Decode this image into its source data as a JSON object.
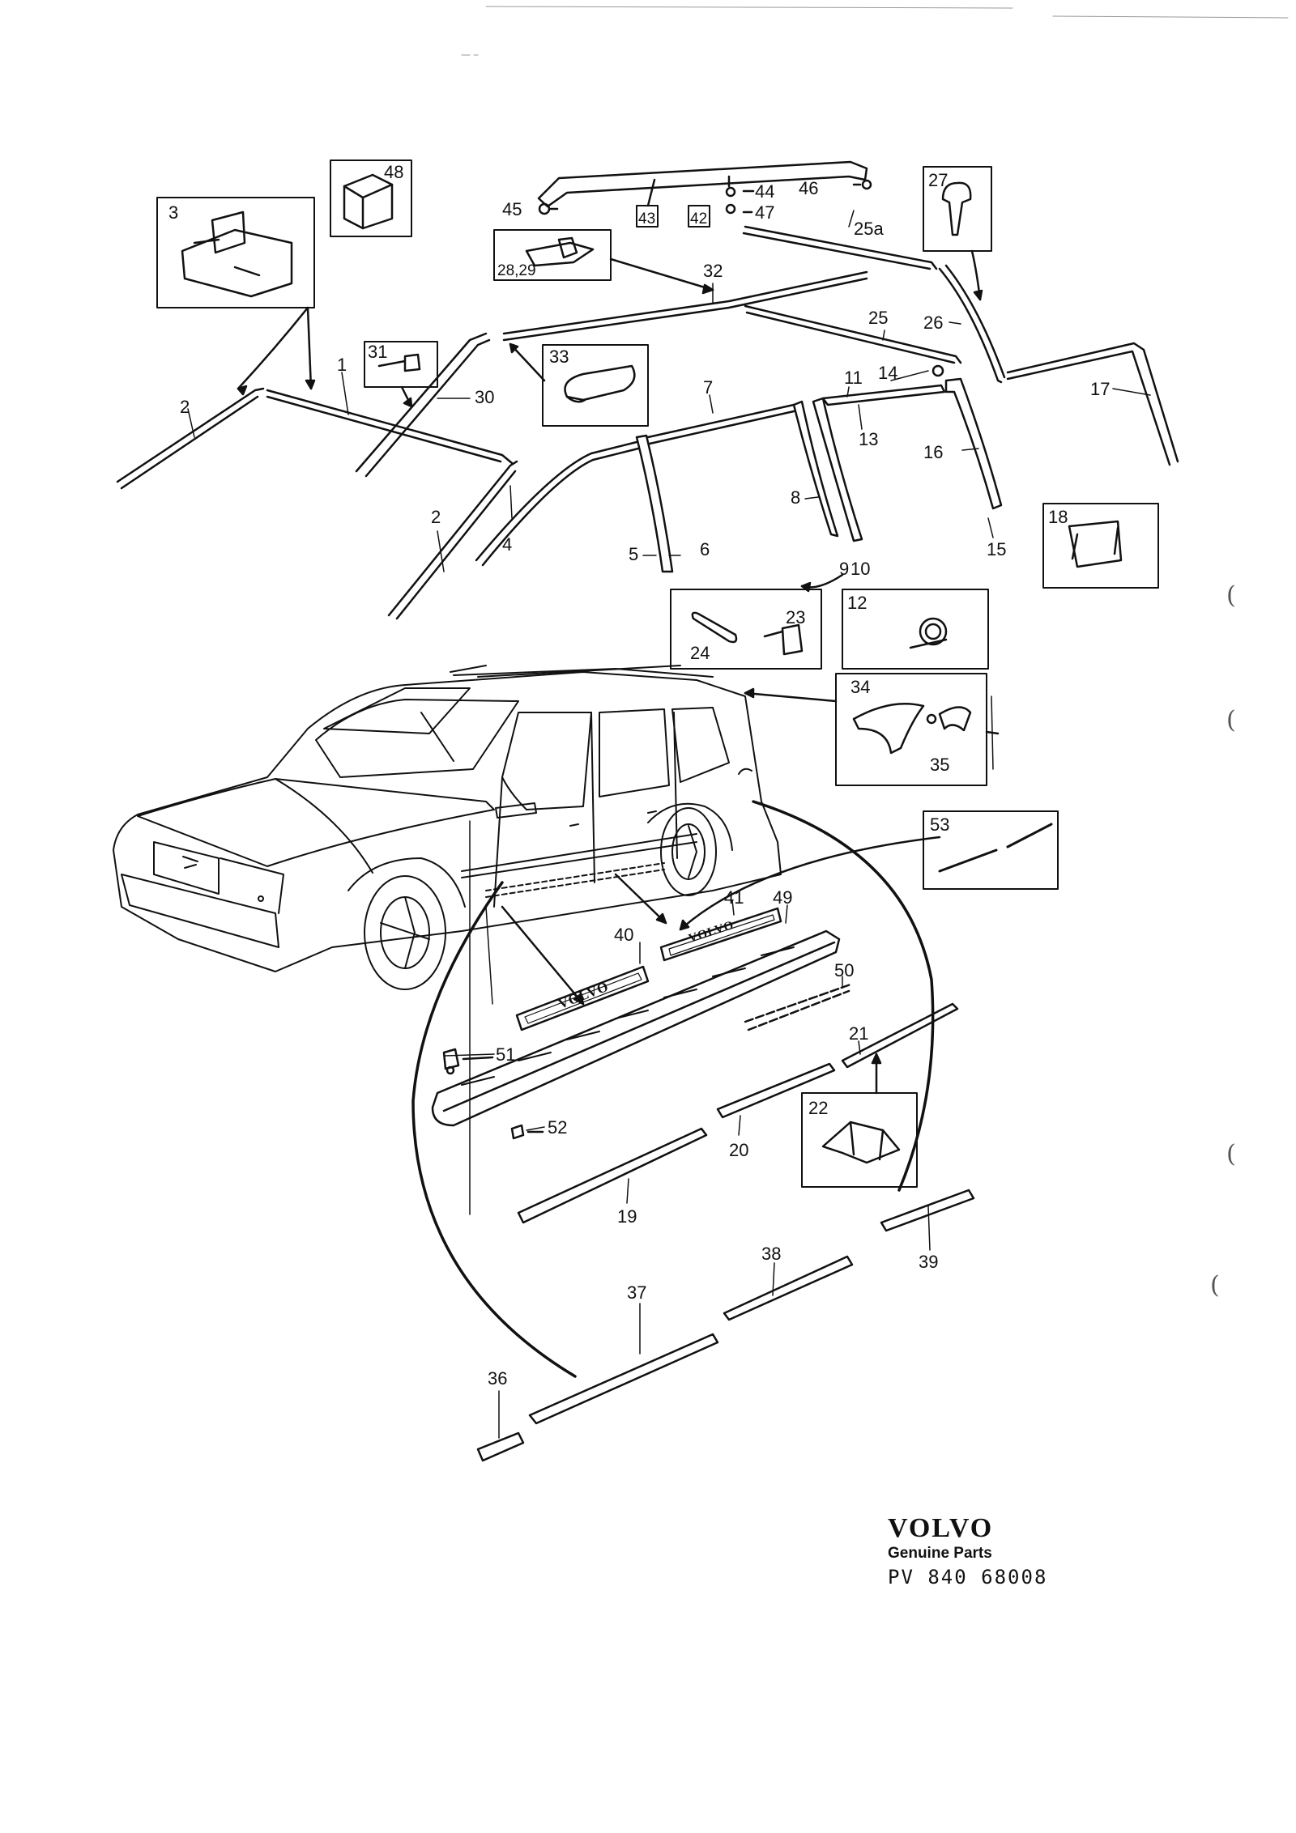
{
  "brand": {
    "logo": "VOLVO",
    "tagline": "Genuine Parts",
    "code": "PV 840  68008"
  },
  "labels": {
    "n1": "1",
    "n2a": "2",
    "n2b": "2",
    "n3": "3",
    "n4": "4",
    "n5": "5",
    "n6": "6",
    "n7": "7",
    "n8": "8",
    "n9": "9",
    "n10": "10",
    "n11": "11",
    "n12": "12",
    "n13": "13",
    "n14": "14",
    "n15": "15",
    "n16": "16",
    "n17": "17",
    "n18": "18",
    "n19": "19",
    "n20": "20",
    "n21": "21",
    "n22": "22",
    "n23": "23",
    "n24": "24",
    "n25": "25",
    "n25a": "25a",
    "n26": "26",
    "n27": "27",
    "n2829": "28,29",
    "n30": "30",
    "n31": "31",
    "n32": "32",
    "n33": "33",
    "n34": "34",
    "n35": "35",
    "n36": "36",
    "n37": "37",
    "n38": "38",
    "n39": "39",
    "n40": "40",
    "n41": "41",
    "n42": "42",
    "n43": "43",
    "n44": "44",
    "n45": "45",
    "n46": "46",
    "n47": "47",
    "n48": "48",
    "n49": "49",
    "n50": "50",
    "n51": "51",
    "n52": "52",
    "n53": "53"
  },
  "sill_badge_text": "VOLVO",
  "edge_marks": [
    "(",
    "(",
    "(",
    "("
  ]
}
